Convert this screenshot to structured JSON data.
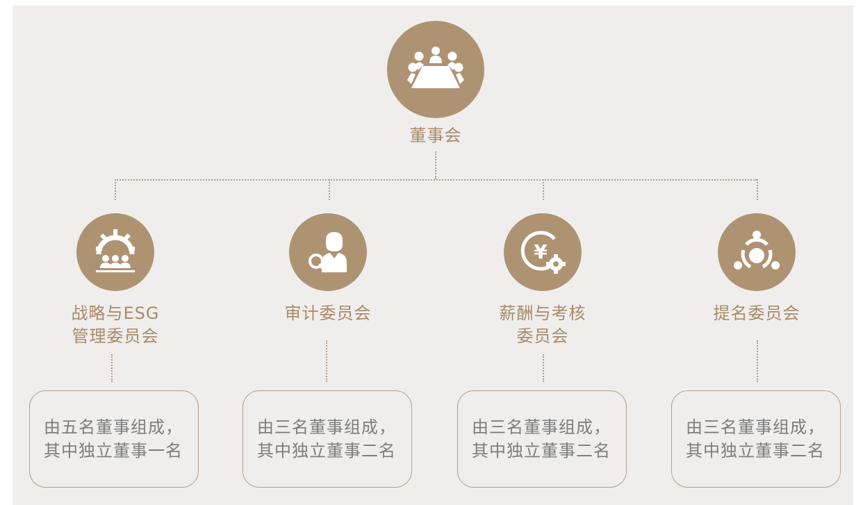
{
  "board": {
    "label": "董事会",
    "icon": "boardroom-meeting-icon"
  },
  "committees": [
    {
      "name_lines": [
        "战略与ESG",
        "管理委员会"
      ],
      "icon": "gear-group-icon",
      "desc_lines": [
        "由五名董事组成，",
        "其中独立董事一名"
      ]
    },
    {
      "name_lines": [
        "审计委员会"
      ],
      "icon": "auditor-magnifier-icon",
      "desc_lines": [
        "由三名董事组成，",
        "其中独立董事二名"
      ]
    },
    {
      "name_lines": [
        "薪酬与考核",
        "委员会"
      ],
      "icon": "yuan-coin-gear-icon",
      "desc_lines": [
        "由三名董事组成，",
        "其中独立董事二名"
      ]
    },
    {
      "name_lines": [
        "提名委员会"
      ],
      "icon": "people-circle-icon",
      "desc_lines": [
        "由三名董事组成，",
        "其中独立董事二名"
      ]
    }
  ],
  "colors": {
    "accent": "#ae9373",
    "label": "#a98a67",
    "background": "#efeeed",
    "desc_text": "#7d7d7d"
  }
}
